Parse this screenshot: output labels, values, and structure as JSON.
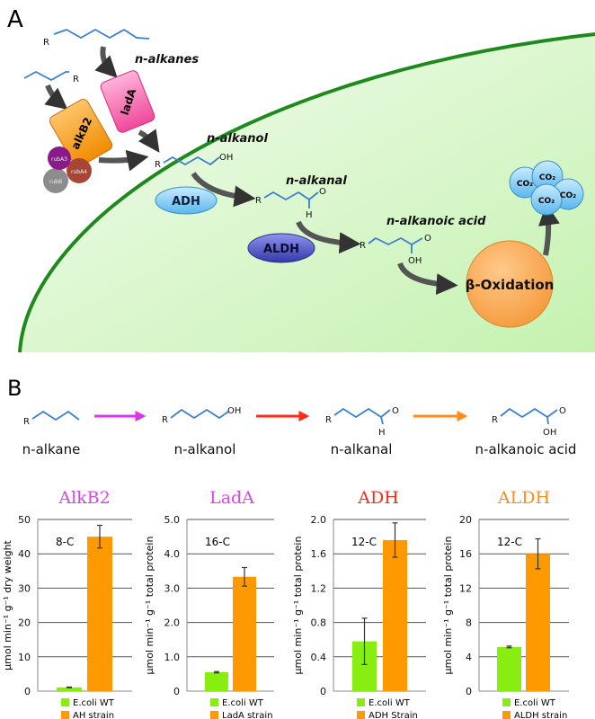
{
  "panel_a": {
    "label": "A",
    "n_alkanes": "n-alkanes",
    "n_alkanol": "n-alkanol",
    "n_alkanal": "n-alkanal",
    "n_alkanoic_acid": "n-alkanoic acid",
    "ladA": "ladA",
    "alkB2": "alkB2",
    "rubA3": "rubA3",
    "rubA4": "rubA4",
    "rubB": "rubB",
    "adh": "ADH",
    "aldh": "ALDH",
    "beta_oxidation": "β-Oxidation",
    "co2": "CO₂",
    "r": "R",
    "oh": "OH",
    "o": "O",
    "h": "H",
    "colors": {
      "membrane": "#1e8a1e",
      "cytoplasm": "#dff7d3",
      "ladA": "#ff5aa8",
      "alkB2": "#ff9a10",
      "adh": "#7cc8f4",
      "aldh": "#4a4fc0",
      "beta_oxidation": "#ffa650",
      "co2": "#8fd0ee"
    }
  },
  "panel_b": {
    "label": "B",
    "compounds": [
      "n-alkane",
      "n-alkanol",
      "n-alkanal",
      "n-alkanoic acid"
    ],
    "arrow_colors": [
      "#dd33ee",
      "#ff2a1a",
      "#ff8c1a"
    ],
    "r": "R",
    "oh": "OH",
    "o": "O",
    "h": "H"
  },
  "chart_data": [
    {
      "type": "bar",
      "title": "AlkB2",
      "title_color": "#dd44ee",
      "annotation": "8-C",
      "ylabel": "µmol min⁻¹ g⁻¹ dry weight",
      "ylim": [
        0,
        50
      ],
      "yticks": [
        "0",
        "10",
        "20",
        "30",
        "40",
        "50"
      ],
      "grid": true,
      "series": [
        {
          "name": "E.coli WT",
          "value": 1.1,
          "error": 0.1,
          "color": "#88ee11"
        },
        {
          "name": "AH strain",
          "value": 45,
          "error": 3.3,
          "color": "#ff9900"
        }
      ]
    },
    {
      "type": "bar",
      "title": "LadA",
      "title_color": "#dd44ee",
      "annotation": "16-C",
      "ylabel": "µmol min⁻¹ g⁻¹ total protein",
      "ylim": [
        0,
        5
      ],
      "yticks": [
        "0",
        "1.0",
        "2.0",
        "3.0",
        "4.0",
        "5.0"
      ],
      "grid": true,
      "series": [
        {
          "name": "E.coli WT",
          "value": 0.55,
          "error": 0.02,
          "color": "#88ee11"
        },
        {
          "name": "LadA strain",
          "value": 3.33,
          "error": 0.27,
          "color": "#ff9900"
        }
      ]
    },
    {
      "type": "bar",
      "title": "ADH",
      "title_color": "#ff2a1a",
      "annotation": "12-C",
      "ylabel": "µmol min⁻¹ g⁻¹ total protein",
      "ylim": [
        0,
        2
      ],
      "yticks": [
        "0",
        "0.4",
        "0.8",
        "1.2",
        "1.6",
        "2.0"
      ],
      "grid": true,
      "series": [
        {
          "name": "E.coli WT",
          "value": 0.58,
          "error": 0.27,
          "color": "#88ee11"
        },
        {
          "name": "ADH Strain",
          "value": 1.76,
          "error": 0.2,
          "color": "#ff9900"
        }
      ]
    },
    {
      "type": "bar",
      "title": "ALDH",
      "title_color": "#ff8c1a",
      "annotation": "12-C",
      "ylabel": "µmol min⁻¹ g⁻¹ total protein",
      "ylim": [
        0,
        20
      ],
      "yticks": [
        "0",
        "4",
        "8",
        "12",
        "16",
        "20"
      ],
      "grid": true,
      "series": [
        {
          "name": "E.coli WT",
          "value": 5.15,
          "error": 0.1,
          "color": "#88ee11"
        },
        {
          "name": "ALDH strain",
          "value": 16.0,
          "error": 1.75,
          "color": "#ff9900"
        }
      ]
    }
  ]
}
